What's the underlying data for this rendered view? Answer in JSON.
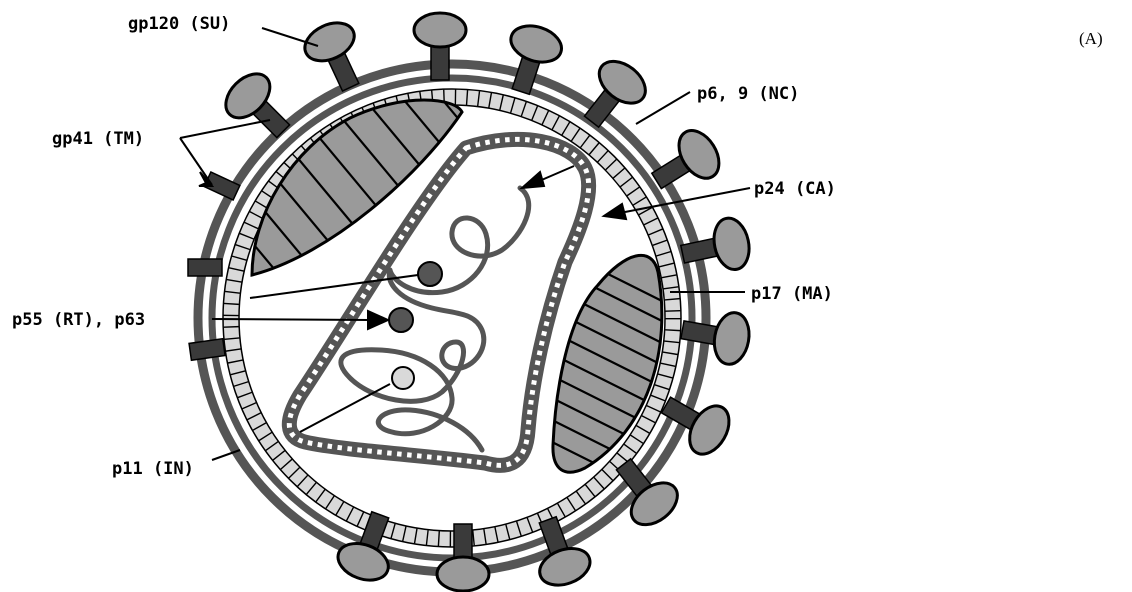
{
  "panel_label": "(A)",
  "labels": {
    "gp120": "gp120 (SU)",
    "gp41": "gp41 (TM)",
    "p6_9": "p6, 9 (NC)",
    "p24": "p24 (CA)",
    "p17": "p17 (MA)",
    "p55": "p55 (RT), p63",
    "p11": "p11 (IN)"
  },
  "colors": {
    "dark": "#555555",
    "stem": "#3a3a3a",
    "light": "#9a9a9a",
    "pale": "#d9d9d9",
    "ink": "#000000"
  }
}
